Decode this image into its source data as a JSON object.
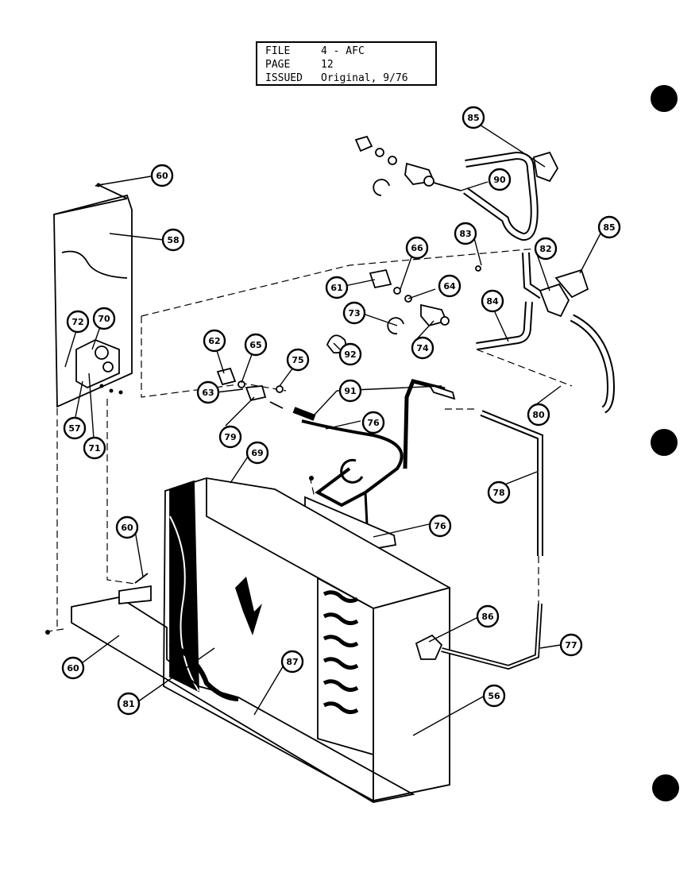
{
  "header_box": {
    "rows": [
      {
        "key": "FILE",
        "value": "4 - AFC"
      },
      {
        "key": "PAGE",
        "value": "12"
      },
      {
        "key": "ISSUED",
        "value": "Original, 9/76"
      }
    ]
  },
  "callouts": [
    "60",
    "85",
    "90",
    "58",
    "83",
    "85",
    "82",
    "61",
    "66",
    "64",
    "84",
    "73",
    "74",
    "80",
    "72",
    "70",
    "62",
    "65",
    "75",
    "92",
    "63",
    "91",
    "76",
    "79",
    "57",
    "71",
    "69",
    "78",
    "60",
    "76",
    "86",
    "77",
    "60",
    "87",
    "81",
    "56"
  ]
}
